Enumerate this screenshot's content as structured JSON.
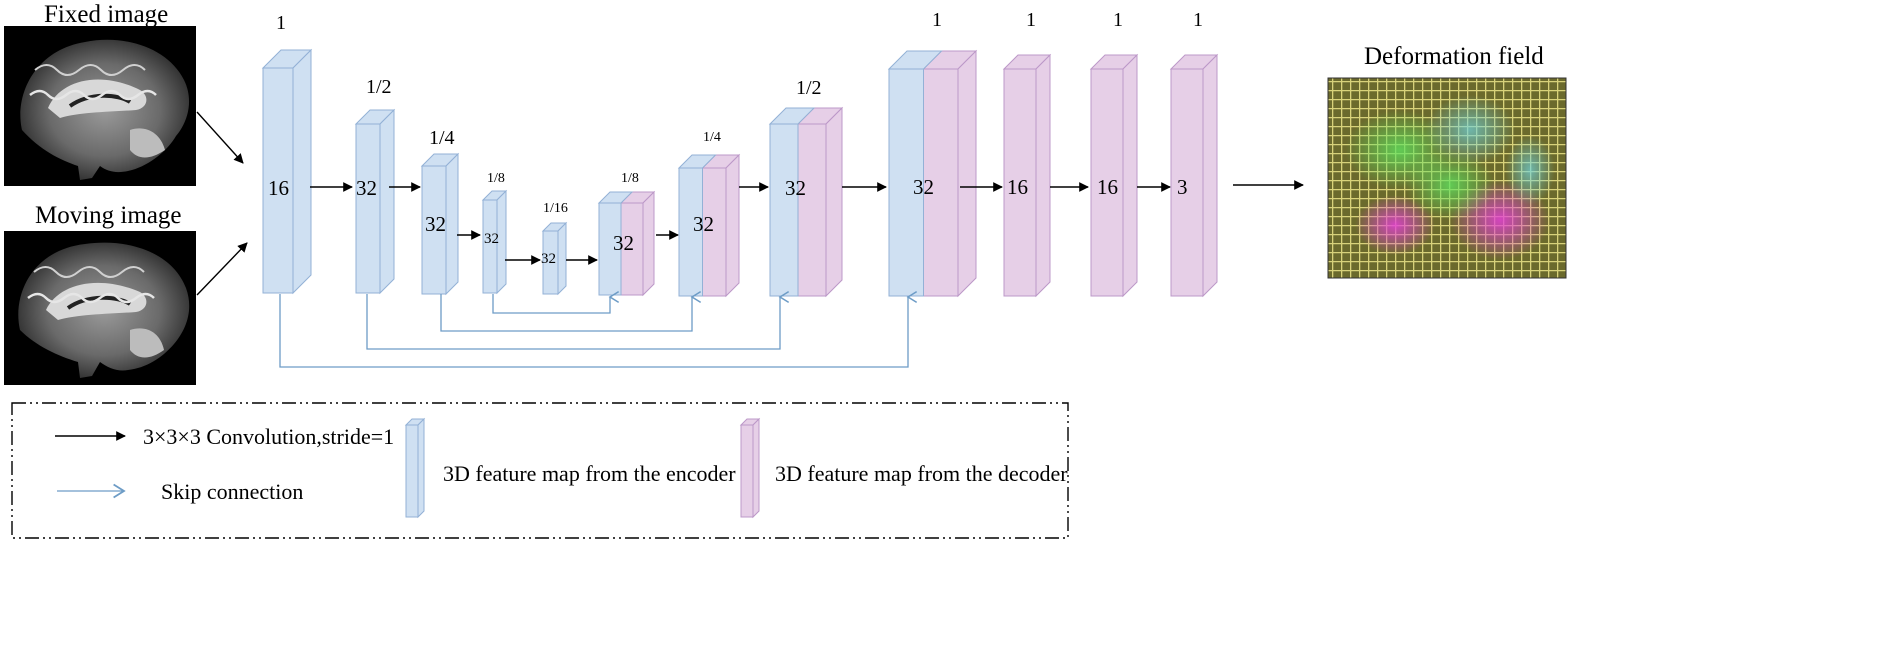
{
  "inputs": {
    "fixed_label": "Fixed image",
    "moving_label": "Moving image"
  },
  "output": {
    "label": "Deformation field"
  },
  "blocks": [
    {
      "scale": "1",
      "channels": "16",
      "kind": "encoder"
    },
    {
      "scale": "1/2",
      "channels": "32",
      "kind": "encoder"
    },
    {
      "scale": "1/4",
      "channels": "32",
      "kind": "encoder"
    },
    {
      "scale": "1/8",
      "channels": "32",
      "kind": "encoder"
    },
    {
      "scale": "1/16",
      "channels": "32",
      "kind": "encoder"
    },
    {
      "scale": "1/8",
      "channels": "32",
      "kind": "concat"
    },
    {
      "scale": "1/4",
      "channels": "32",
      "kind": "concat"
    },
    {
      "scale": "1/2",
      "channels": "32",
      "kind": "concat"
    },
    {
      "scale": "1",
      "channels": "32",
      "kind": "concat"
    },
    {
      "scale": "1",
      "channels": "16",
      "kind": "decoder"
    },
    {
      "scale": "1",
      "channels": "16",
      "kind": "decoder"
    },
    {
      "scale": "1",
      "channels": "3",
      "kind": "decoder"
    }
  ],
  "legend": {
    "conv": "3×3×3 Convolution,stride=1",
    "skip": "Skip connection",
    "encoder": "3D feature map from the encoder",
    "decoder": "3D feature map from the decoder"
  },
  "colors": {
    "encoder_fill": "#cfe0f2",
    "encoder_stroke": "#93b1d6",
    "decoder_fill": "#e6cfe7",
    "decoder_stroke": "#bc98c8",
    "skip_line": "#6d9cc6",
    "arrow": "#000000",
    "mri_background": "#000000",
    "field_grid": "#d8d27a",
    "field_background": "#6b6a2c"
  },
  "icons": {
    "fixed_image": "brain-mri-sagittal",
    "moving_image": "brain-mri-sagittal",
    "deformation_field": "warped-grid-rgb"
  }
}
